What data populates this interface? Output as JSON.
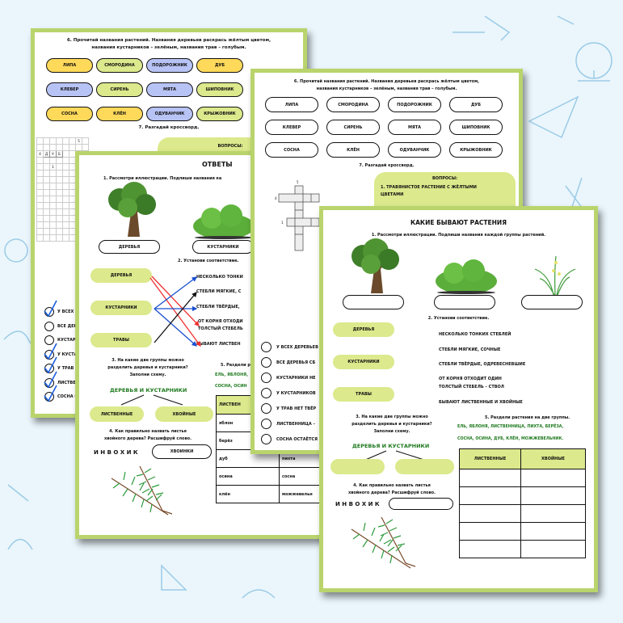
{
  "colors": {
    "frame": "#b9d46c",
    "pill_green": "#dce98c",
    "pill_yellow": "#ffd95a",
    "pill_blue": "#b8c3f5",
    "background": "#eaf6fc"
  },
  "page_a": {
    "task6": [
      "6. Прочитай названия растений. Названия деревьев раскрась жёлтым цветом,",
      "названия кустарников – зелёным, названия трав – голубым."
    ],
    "plants": [
      {
        "label": "ЛИПА",
        "color": "yellow"
      },
      {
        "label": "СМОРОДИНА",
        "color": "green"
      },
      {
        "label": "ПОДОРОЖНИК",
        "color": "blue"
      },
      {
        "label": "ДУБ",
        "color": "yellow"
      },
      {
        "label": "КЛЕВЕР",
        "color": "blue"
      },
      {
        "label": "СИРЕНЬ",
        "color": "green"
      },
      {
        "label": "МЯТА",
        "color": "blue"
      },
      {
        "label": "ШИПОВНИК",
        "color": "green"
      },
      {
        "label": "СОСНА",
        "color": "yellow"
      },
      {
        "label": "КЛЁН",
        "color": "yellow"
      },
      {
        "label": "ОДУВАНЧИК",
        "color": "blue"
      },
      {
        "label": "КРЫЖОВНИК",
        "color": "green"
      }
    ],
    "task7": "7. Разгадай кроссворд.",
    "questions_title": "ВОПРОСЫ:",
    "crossword_letters": [
      "Д",
      "У",
      "Б"
    ],
    "crossword_numbers": [
      "5",
      "4",
      "1"
    ],
    "checklist": [
      {
        "text": "У ВСЕХ Д",
        "checked": true
      },
      {
        "text": "ВСЕ ДЕР",
        "checked": false
      },
      {
        "text": "КУСТАР",
        "checked": false
      },
      {
        "text": "У КУСТА",
        "checked": true
      },
      {
        "text": "У ТРАВ Н",
        "checked": true
      },
      {
        "text": "ЛИСТВЕН",
        "checked": true
      },
      {
        "text": "СОСНА О",
        "checked": true
      }
    ]
  },
  "page_b": {
    "title": "ОТВЕТЫ",
    "task1": "1. Рассмотри иллюстрации. Подпиши названия ка",
    "labels": [
      "ДЕРЕВЬЯ",
      "КУСТАРНИКИ"
    ],
    "task2": "2. Установи соответствие.",
    "groups": [
      "ДЕРЕВЬЯ",
      "КУСТАРНИКИ",
      "ТРАВЫ"
    ],
    "features": [
      "НЕСКОЛЬКО ТОНКИ",
      "СТЕБЛИ МЯГКИЕ, С",
      "СТЕБЛИ ТВЁРДЫЕ,",
      "ОТ КОРНЯ ОТХОДИ",
      "ТОЛСТЫЙ СТЕБЕЛЬ",
      "БЫВАЮТ  ЛИСТВЕН"
    ],
    "task3": [
      "3. На какие две группы можно",
      "разделить деревья и кустарники?",
      "Заполни схему."
    ],
    "scheme_title": "ДЕРЕВЬЯ И КУСТАРНИКИ",
    "scheme": [
      "ЛИСТВЕННЫЕ",
      "ХВОЙНЫЕ"
    ],
    "task4": [
      "4. Как правильно назвать листья",
      "хвойного дерева? Расшифруй слово."
    ],
    "cipher": "И Н В О Х И К",
    "answer4": "ХВОИНКИ",
    "task5": "5. Раздели р",
    "words": [
      "ЕЛЬ, ЯБЛОНЯ,",
      "СОСНА, ОСИН"
    ],
    "table_header": "ЛИСТВЕН",
    "table_rows": [
      [
        "яблон",
        ""
      ],
      [
        "берёз",
        ""
      ],
      [
        "дуб",
        "пихта"
      ],
      [
        "осина",
        "сосна"
      ],
      [
        "клён",
        "можжевельн"
      ]
    ]
  },
  "page_c": {
    "task6": [
      "6. Прочитай названия растений. Названия деревьев раскрась жёлтым цветом,",
      "названия кустарников – зелёным, названия трав – голубым."
    ],
    "plants": [
      "ЛИПА",
      "СМОРОДИНА",
      "ПОДОРОЖНИК",
      "ДУБ",
      "КЛЕВЕР",
      "СИРЕНЬ",
      "МЯТА",
      "ШИПОВНИК",
      "СОСНА",
      "КЛЁН",
      "ОДУВАНЧИК",
      "КРЫЖОВНИК"
    ],
    "task7": "7. Разгадай кроссворд.",
    "questions_title": "ВОПРОСЫ:",
    "question1": "1. ТРАВЯНИСТОЕ РАСТЕНИЕ С ЖЁЛТЫМИ",
    "question1_cont": "ЦВЕТАМИ",
    "crossword_numbers": [
      "5",
      "4",
      "1"
    ],
    "checklist": [
      "У ВСЕХ ДЕРЕВЬЕВ",
      "ВСЕ ДЕРЕВЬЯ СБ",
      "КУСТАРНИКИ НЕ",
      "У КУСТАРНИКОВ",
      "У ТРАВ НЕТ ТВЁР",
      "ЛИСТВЕННИЦА –",
      "СОСНА ОСТАЁТСЯ"
    ]
  },
  "page_d": {
    "title": "КАКИЕ БЫВАЮТ РАСТЕНИЯ",
    "task1": "1. Рассмотри иллюстрации. Подпиши названия каждой группы растений.",
    "task2": "2. Установи соответствие.",
    "groups": [
      "ДЕРЕВЬЯ",
      "КУСТАРНИКИ",
      "ТРАВЫ"
    ],
    "features": [
      "НЕСКОЛЬКО ТОНКИХ СТЕБЛЕЙ",
      "СТЕБЛИ МЯГКИЕ, СОЧНЫЕ",
      "СТЕБЛИ ТВЁРДЫЕ,  ОДРЕВЕСНЕВШИЕ",
      "ОТ КОРНЯ ОТХОДИТ ОДИН",
      "ТОЛСТЫЙ СТЕБЕЛЬ – СТВОЛ",
      "БЫВАЮТ  ЛИСТВЕННЫЕ И ХВОЙНЫЕ"
    ],
    "task3": [
      "3. На какие две группы можно",
      "разделить деревья и кустарники?",
      "Заполни схему."
    ],
    "scheme_title": "ДЕРЕВЬЯ И КУСТАРНИКИ",
    "task4": [
      "4. Как правильно назвать листья",
      "хвойного дерева? Расшифруй слово."
    ],
    "cipher": "И Н В О Х И К",
    "task5": "5. Раздели растения на две группы.",
    "words": [
      "ЕЛЬ, ЯБЛОНЯ, ЛИСТВЕННИЦА, ПИХТА, БЕРЁЗА,",
      "СОСНА, ОСИНА, ДУБ, КЛЁН, МОЖЖЕВЕЛЬНИК."
    ],
    "table_header": [
      "ЛИСТВЕННЫЕ",
      "ХВОЙНЫЕ"
    ]
  }
}
